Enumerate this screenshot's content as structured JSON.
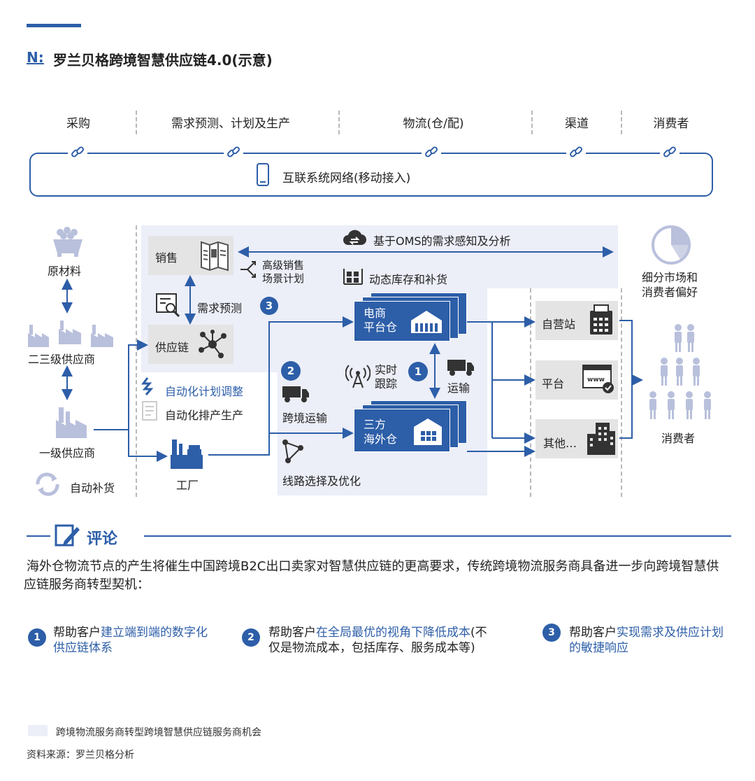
{
  "header": {
    "prefix": "N:",
    "title": "罗兰贝格跨境智慧供应链4.0(示意)"
  },
  "stages": [
    "采购",
    "需求预测、计划及生产",
    "物流(仓/配)",
    "渠道",
    "消费者"
  ],
  "network_label": "互联系统网络(移动接入)",
  "left": {
    "raw": "原材料",
    "tier23": "二三级供应商",
    "tier1": "一级供应商",
    "auto_replenish": "自动补货"
  },
  "planning": {
    "sales": "销售",
    "advanced_sales": "高级销售\n场景计划",
    "forecast": "需求预测",
    "supply_chain": "供应链",
    "auto_plan": "自动化计划调整",
    "auto_schedule": "自动化排产生产",
    "factory": "工厂",
    "badge3": "3"
  },
  "logistics": {
    "oms": "基于OMS的需求感知及分析",
    "dynamic_inventory": "动态库存和补货",
    "ecom_wh": "电商\n平台仓",
    "overseas_wh": "三方\n海外仓",
    "realtime": "实时\n跟踪",
    "transport": "运输",
    "cross_border": "跨境运输",
    "route": "线路选择及优化",
    "badge1": "1",
    "badge2": "2"
  },
  "channels": {
    "self_store": "自营站",
    "platform": "平台",
    "other": "其他…",
    "segment": "细分市场和\n消费者偏好",
    "consumers": "消费者"
  },
  "comment": {
    "heading": "评论",
    "paragraph": "海外仓物流节点的产生将催生中国跨境B2C出口卖家对智慧供应链的更高要求，传统跨境物流服务商具备进一步向跨境智慧供应链服务商转型契机：",
    "points": [
      {
        "num": "1",
        "prefix": "帮助客户",
        "highlight": "建立端到端的数字化供应链体系",
        "rest": ""
      },
      {
        "num": "2",
        "prefix": "帮助客户",
        "highlight": "在全局最优的视角下降低成本",
        "rest": "(不仅是物流成本，包括库存、服务成本等)"
      },
      {
        "num": "3",
        "prefix": "帮助客户",
        "highlight": "实现需求及供应计划的敏捷响应",
        "rest": ""
      }
    ]
  },
  "legend": "跨境物流服务商转型跨境智慧供应链服务商机会",
  "source": "资料来源：罗兰贝格分析",
  "colors": {
    "accent": "#2d5ea8",
    "grey_box": "#e4e4e4",
    "lavender": "#eceef8",
    "icon_light": "#b9c0dc"
  }
}
